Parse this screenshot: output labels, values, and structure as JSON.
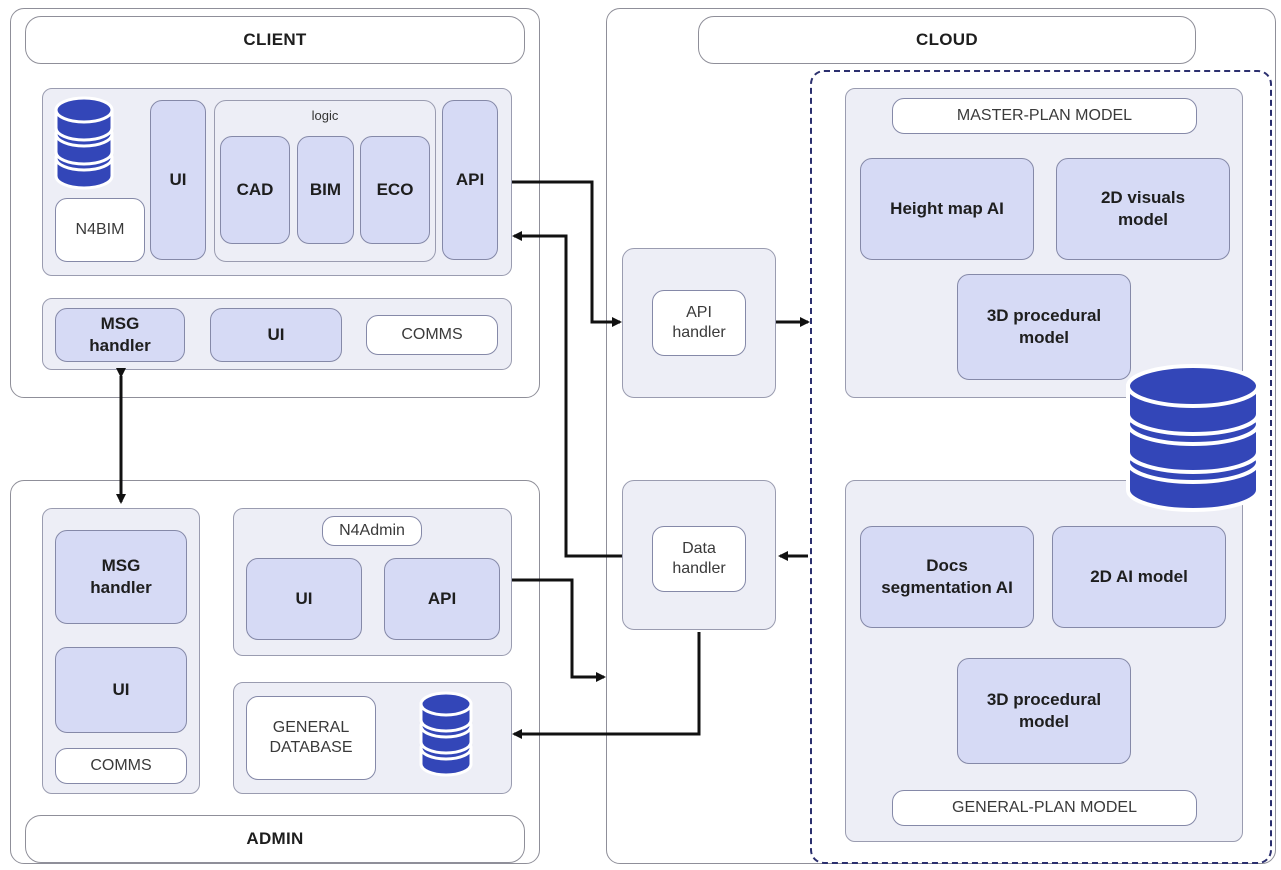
{
  "client": {
    "title": "CLIENT",
    "n4bim": "N4BIM",
    "ui": "UI",
    "logic": "logic",
    "cad": "CAD",
    "bim": "BIM",
    "eco": "ECO",
    "api": "API",
    "msg_handler": "MSG handler",
    "ui2": "UI",
    "comms": "COMMS"
  },
  "admin": {
    "title": "ADMIN",
    "msg_handler": "MSG handler",
    "ui": "UI",
    "comms": "COMMS",
    "n4admin": "N4Admin",
    "admin_ui": "UI",
    "admin_api": "API",
    "general_database": "GENERAL DATABASE"
  },
  "cloud": {
    "title": "CLOUD",
    "api_handler": "API handler",
    "data_handler": "Data handler",
    "master_plan": {
      "label": "MASTER-PLAN MODEL",
      "height_map": "Height map AI",
      "visuals_2d": "2D visuals model",
      "procedural_3d": "3D procedural model"
    },
    "general_plan": {
      "label": "GENERAL-PLAN MODEL",
      "docs_seg": "Docs segmentation AI",
      "ai_2d": "2D AI model",
      "procedural_3d": "3D procedural model"
    }
  },
  "colors": {
    "component_fill": "#d6daf5",
    "panel_fill": "#edeef6",
    "database_blue": "#3346b8",
    "arrow": "#111111",
    "dashed_border": "#2b2f6e"
  },
  "icons": [
    "database-icon"
  ]
}
